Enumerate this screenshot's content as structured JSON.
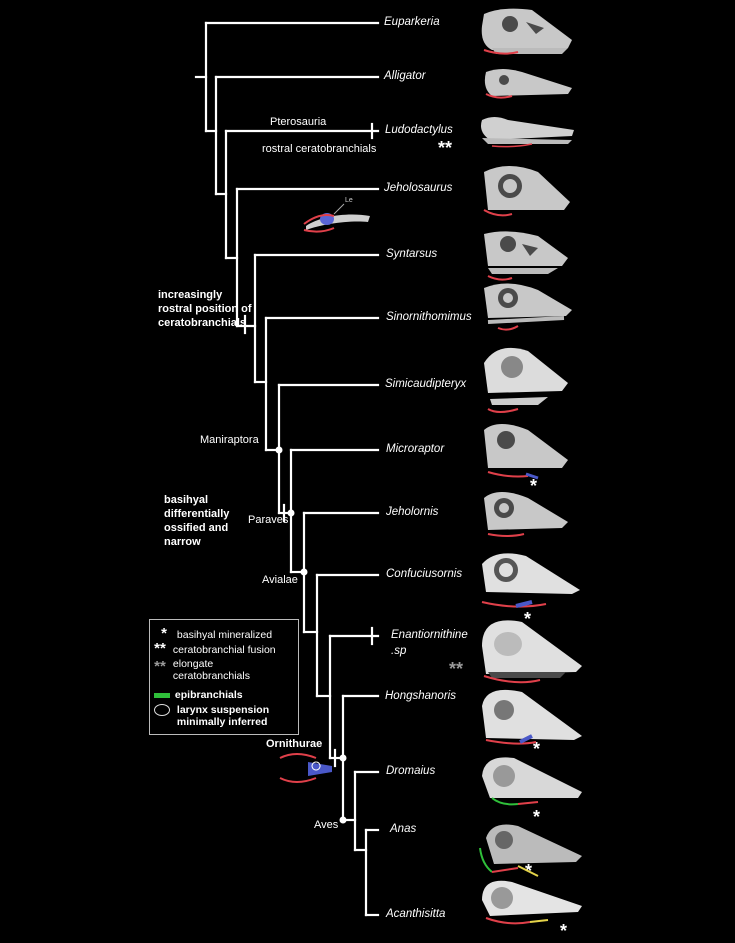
{
  "taxa": {
    "euparkeria": "Euparkeria",
    "alligator": "Alligator",
    "ludodactylus": "Ludodactylus",
    "jeholosaurus": "Jeholosaurus",
    "syntarsus": "Syntarsus",
    "sinornithomimus": "Sinornithomimus",
    "simicaudipteryx": "Simicaudipteryx",
    "microraptor": "Microraptor",
    "jeholornis": "Jeholornis",
    "confuciusornis": "Confuciusornis",
    "enantiornithine_1": "Enantiornithine",
    "enantiornithine_2": ".sp",
    "hongshanoris": "Hongshanoris",
    "dromaius": "Dromaius",
    "anas": "Anas",
    "acanthisitta": "Acanthisitta"
  },
  "clades": {
    "pterosauria": "Pterosauria",
    "maniraptora": "Maniraptora",
    "paraves": "Paraves",
    "avialae": "Avialae",
    "ornithurae": "Ornithurae",
    "aves": "Aves"
  },
  "notes": {
    "rostral": "rostral ceratobranchials",
    "rostral_position": "increasingly rostral position of ceratobranchials",
    "basihyal": "basihyal differentially ossified and narrow",
    "le_label": "Le"
  },
  "markers": {
    "single_star": "*",
    "double_star": "**"
  },
  "legend": {
    "basihyal": "basihyal mineralized",
    "fusion": "ceratobranchial fusion",
    "elongate": "elongate ceratobranchials",
    "epibranchials": "epibranchials",
    "larynx": "larynx suspension minimally inferred"
  },
  "colors": {
    "background": "#000000",
    "branch": "#ffffff",
    "ceratobranchial": "#e0404a",
    "basihyal": "#4a58c8",
    "epibranchial": "#2fbf3a",
    "skull_fill": "#c8c8c8",
    "skull_dark": "#4a4a4a"
  }
}
